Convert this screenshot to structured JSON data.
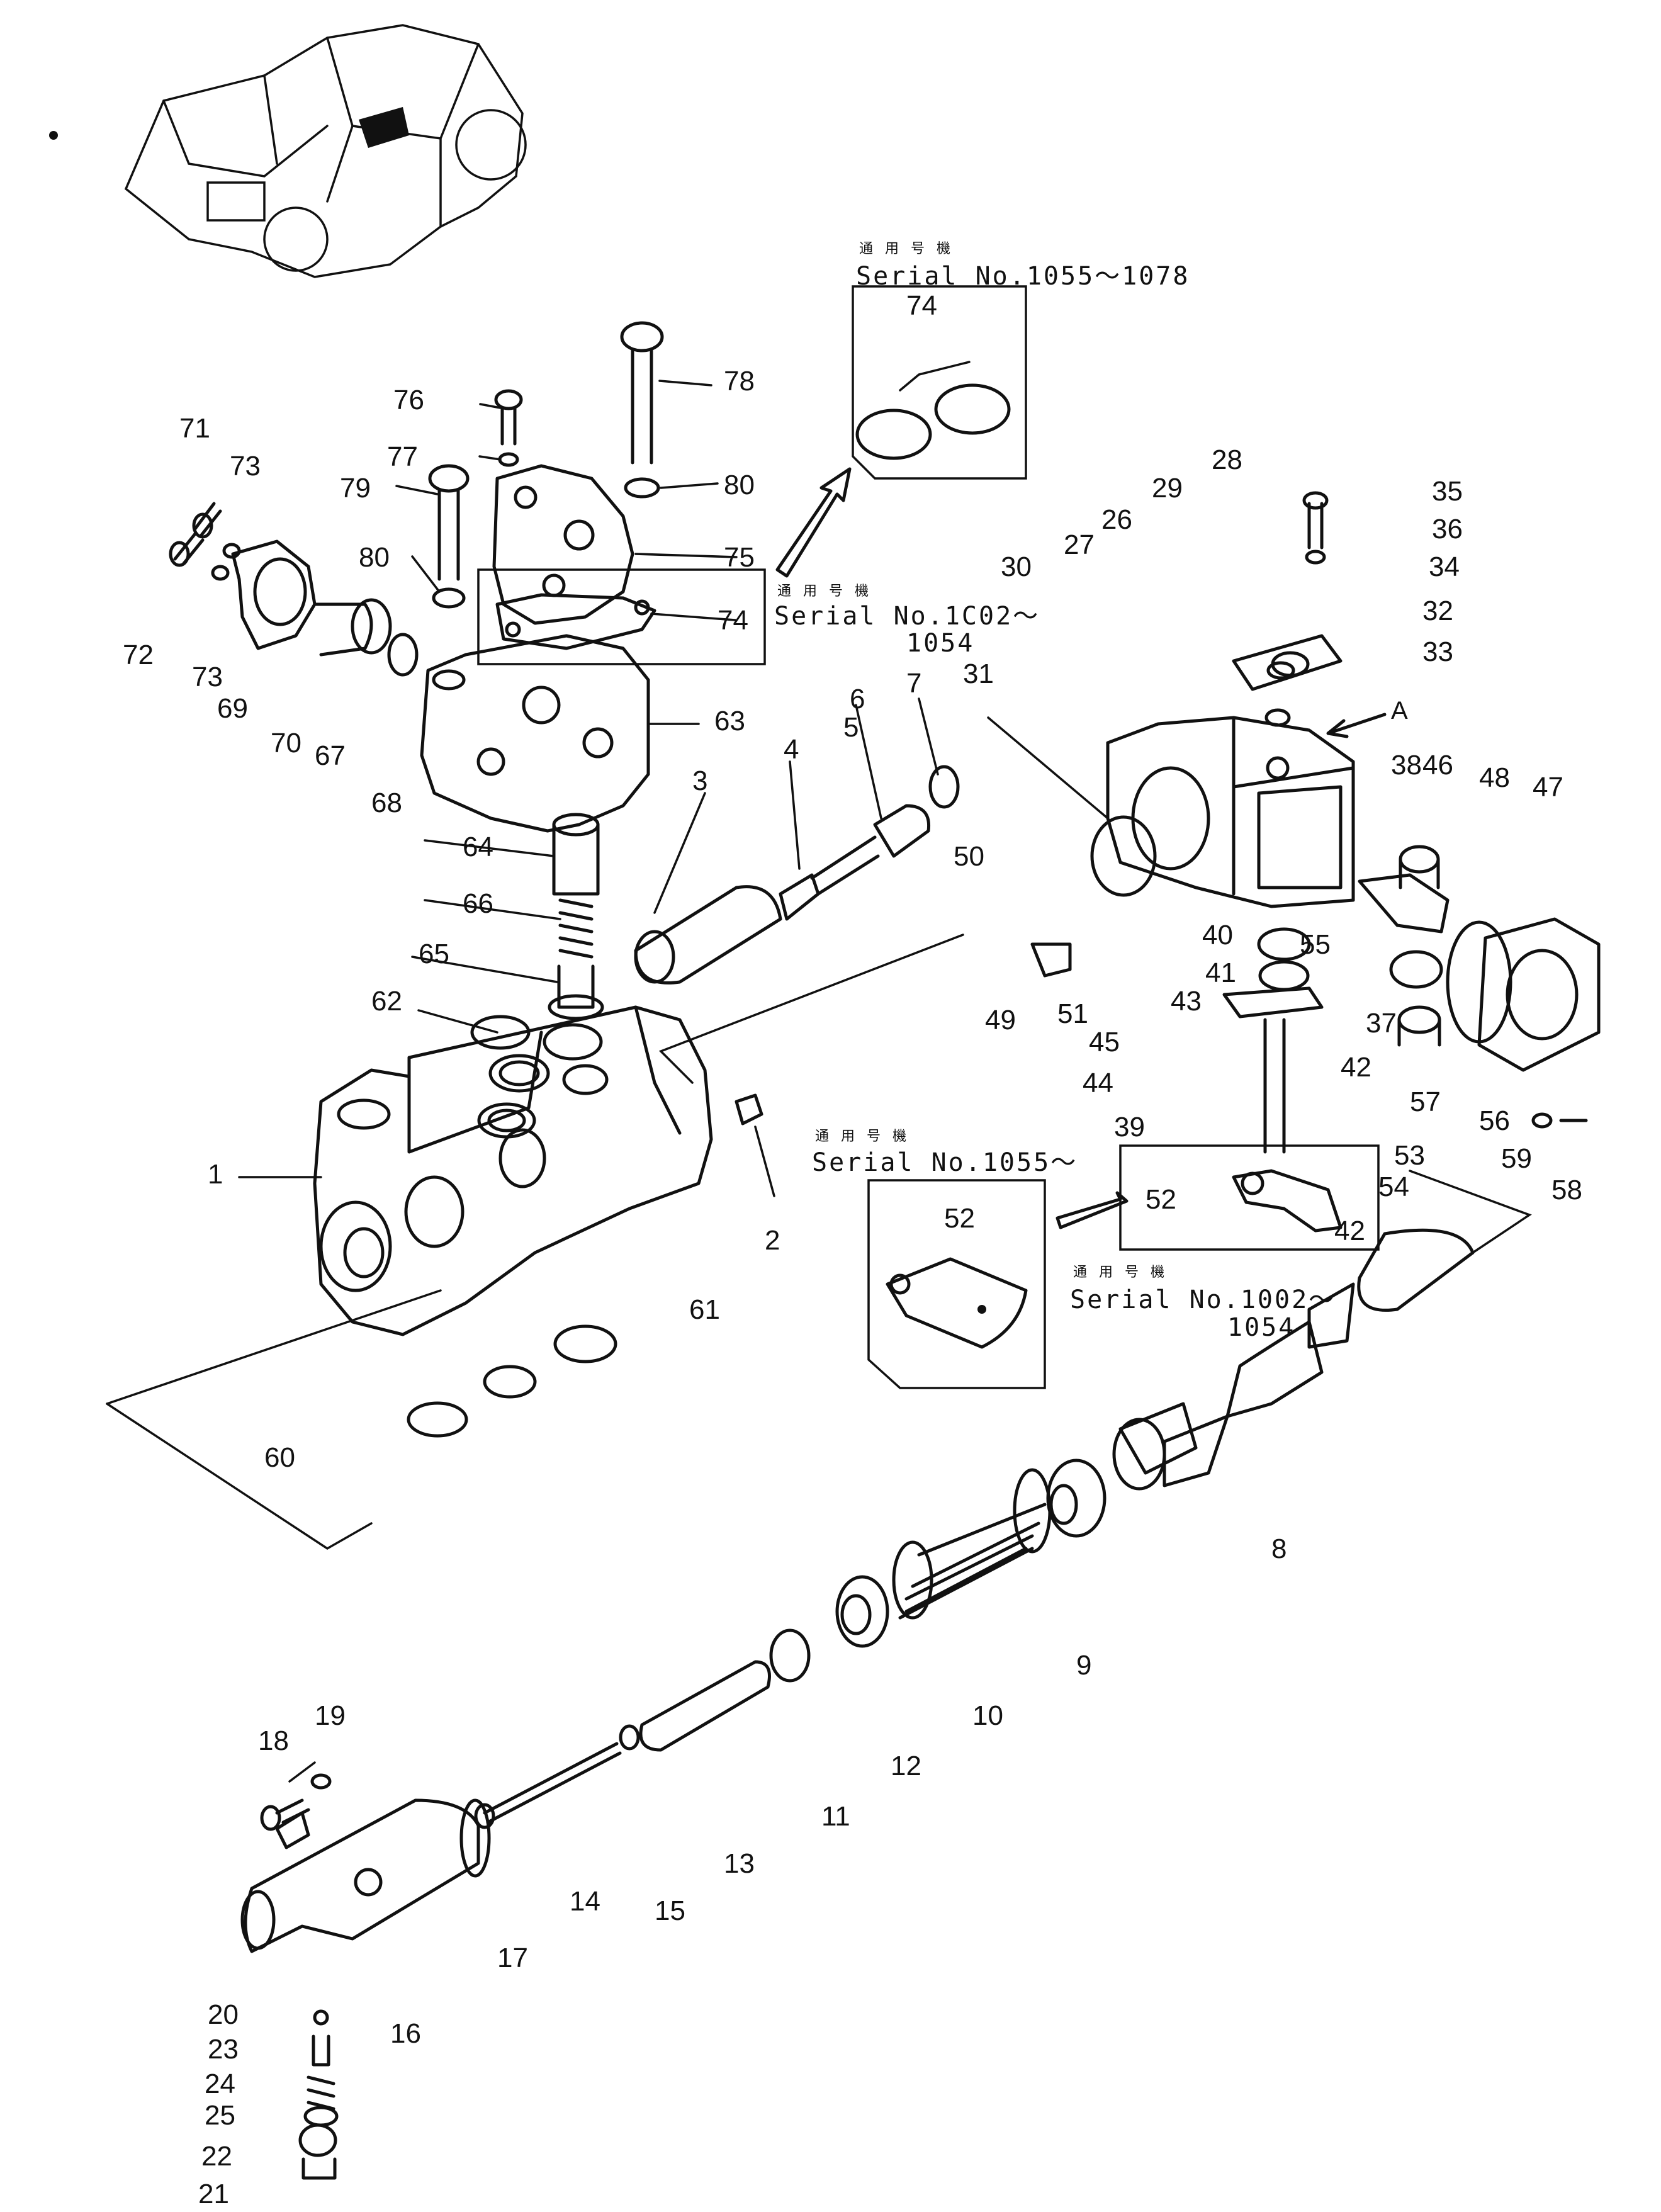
{
  "applicability_note_jp": "通 用 号 機",
  "serial_boxes": {
    "box_top_right": "Serial  No.1055～1078",
    "box_top_left": "Serial  No.1C02～",
    "box_top_left_2": "1054",
    "box_mid_new": "Serial  No.1055～",
    "box_mid_old": "Serial  No.1002～",
    "box_mid_old_2": "1054"
  },
  "view_marker": "A",
  "part_numbers": [
    "1",
    "2",
    "3",
    "4",
    "5",
    "6",
    "7",
    "8",
    "9",
    "10",
    "11",
    "12",
    "13",
    "14",
    "15",
    "16",
    "17",
    "18",
    "19",
    "20",
    "21",
    "22",
    "23",
    "24",
    "25",
    "26",
    "27",
    "28",
    "29",
    "30",
    "31",
    "32",
    "33",
    "34",
    "35",
    "36",
    "37",
    "38",
    "39",
    "40",
    "41",
    "42",
    "43",
    "44",
    "45",
    "46",
    "47",
    "48",
    "49",
    "50",
    "51",
    "52",
    "53",
    "54",
    "55",
    "56",
    "57",
    "58",
    "59",
    "60",
    "61",
    "62",
    "63",
    "64",
    "65",
    "66",
    "67",
    "68",
    "69",
    "70",
    "71",
    "72",
    "73",
    "74",
    "75",
    "76",
    "77",
    "78",
    "79",
    "80"
  ],
  "repeat_labels": {
    "p42b": "42",
    "p52b": "52",
    "p73b": "73",
    "p74b": "74",
    "p80b": "80"
  }
}
